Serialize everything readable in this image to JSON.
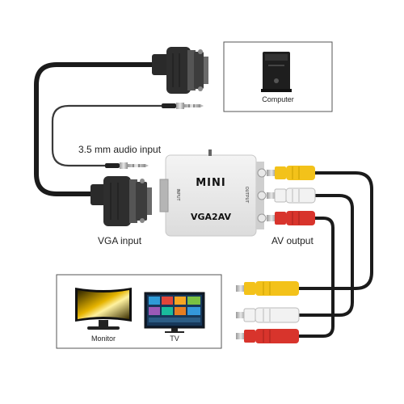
{
  "labels": {
    "audio_input": "3.5 mm audio input",
    "vga_input": "VGA input",
    "av_output": "AV output",
    "computer": "Computer",
    "monitor": "Monitor",
    "tv": "TV"
  },
  "device": {
    "brand": "MINI",
    "model": "VGA2AV",
    "left_side_text": "INPUT",
    "right_side_text": "OUTPUT"
  },
  "colors": {
    "cable": "#1b1b1b",
    "converter_body": "#eaeaea",
    "rca_yellow": "#f3c21a",
    "rca_white": "#f2f2f2",
    "rca_red": "#d8342c",
    "vga_connector": "#2a2a2a",
    "frame_border": "#555555"
  },
  "icons": {
    "computer": "desktop-tower-icon",
    "monitor": "curved-monitor-icon",
    "tv": "tv-icon"
  }
}
